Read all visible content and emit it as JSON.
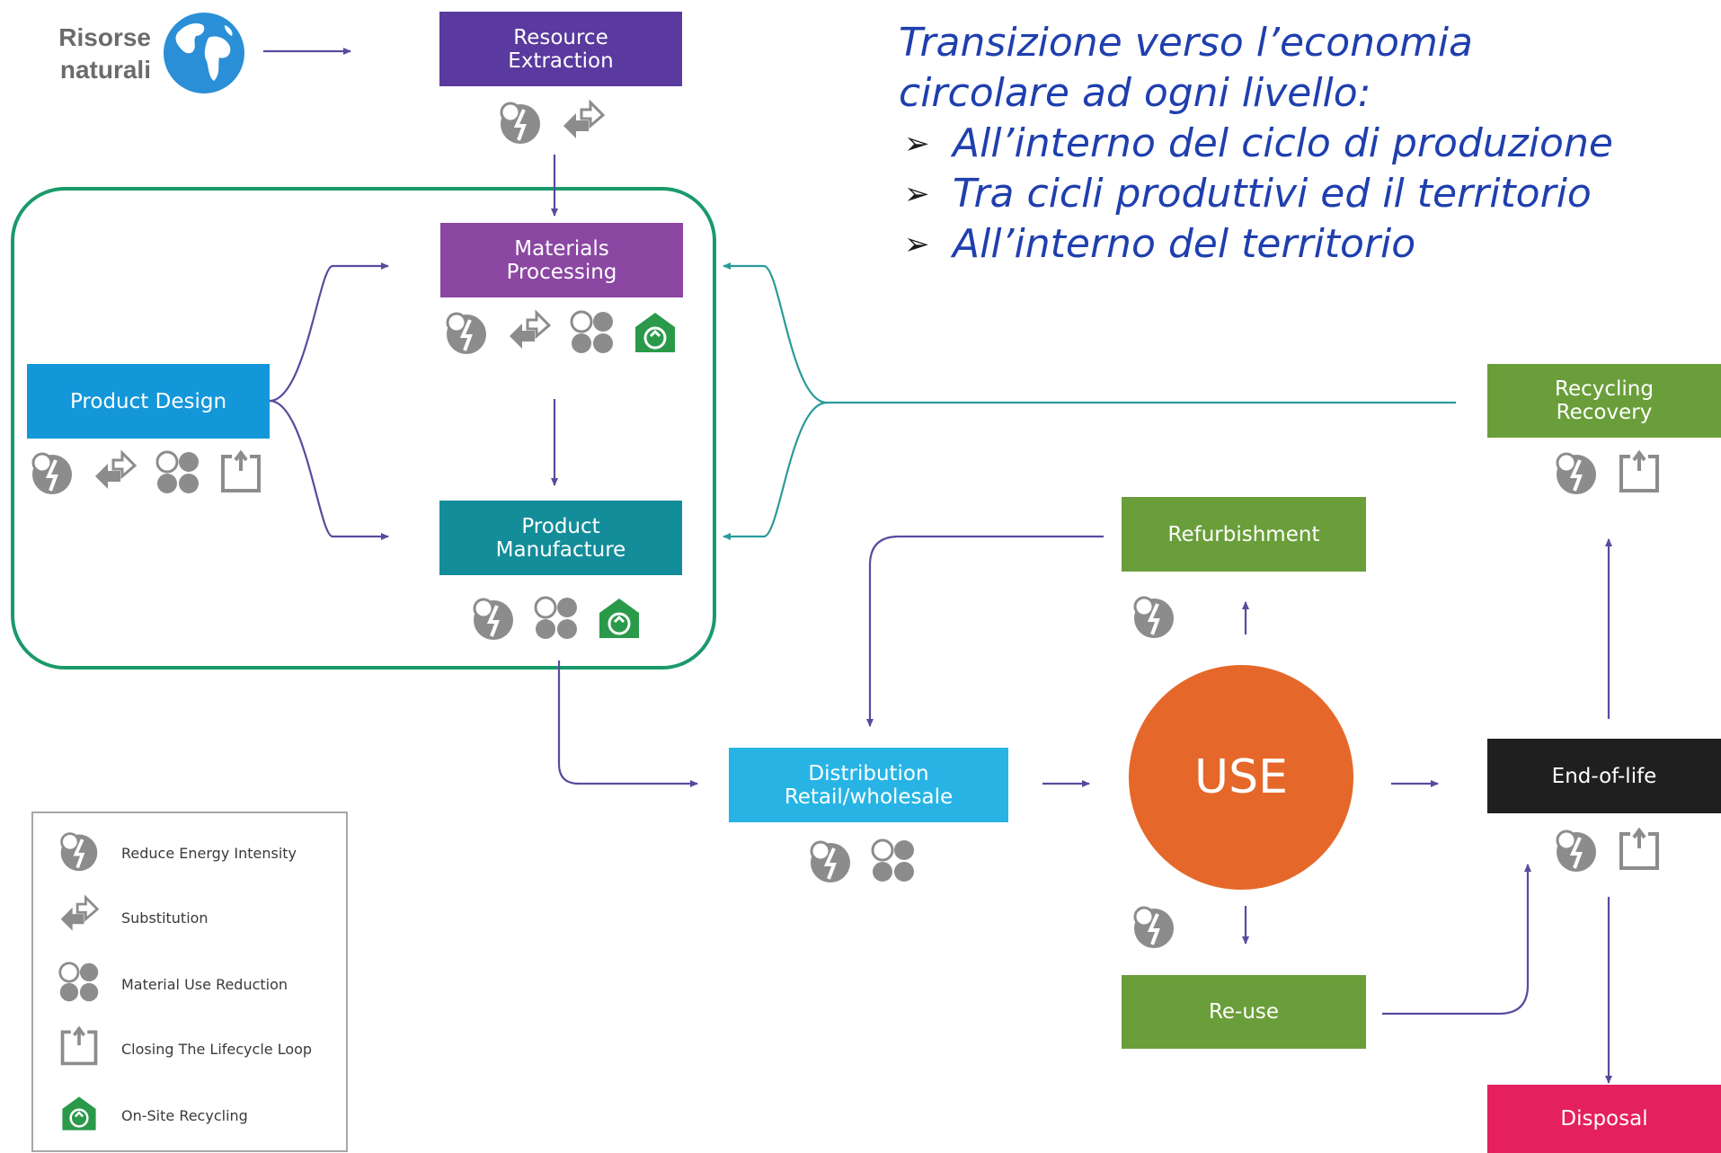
{
  "inputs_label": {
    "line1": "Risorse",
    "line2": "naturali"
  },
  "headline": {
    "line1": "Transizione verso l’economia",
    "line2": "circolare ad ogni livello:",
    "bullets": [
      "All’interno del ciclo di produzione",
      "Tra cicli produttivi ed il territorio",
      "All’interno del territorio"
    ],
    "color": "#1f3fae"
  },
  "stages": {
    "resource_extraction": "Resource\nExtraction",
    "materials_processing": "Materials\nProcessing",
    "product_design": "Product Design",
    "product_manufacture": "Product\nManufacture",
    "distribution": "Distribution\nRetail/wholesale",
    "use": "USE",
    "refurbishment": "Refurbishment",
    "re_use": "Re-use",
    "recycling_recovery": "Recycling\nRecovery",
    "end_of_life": "End-of-life",
    "disposal": "Disposal"
  },
  "legend": {
    "items": [
      {
        "icon": "reduce-energy-icon",
        "label": "Reduce Energy Intensity"
      },
      {
        "icon": "substitution-icon",
        "label": "Substitution"
      },
      {
        "icon": "material-reduction-icon",
        "label": "Material Use Reduction"
      },
      {
        "icon": "closing-loop-icon",
        "label": "Closing The Lifecycle Loop"
      },
      {
        "icon": "onsite-recycling-icon",
        "label": "On-Site Recycling"
      }
    ]
  },
  "colors": {
    "purple_dark": "#5a3a9e",
    "purple": "#8b47a2",
    "blue": "#1497d9",
    "teal": "#138d99",
    "cyan": "#27b4e5",
    "green": "#6a9e3a",
    "black": "#1f1f1f",
    "pink": "#e5205e",
    "orange": "#e5682a",
    "highlight_frame": "#1a9a6a",
    "arrow_purple": "#5a4a9e",
    "arrow_teal": "#2a9a9a",
    "icon_grey": "#8c8c8c",
    "icon_green": "#2a9a4a"
  }
}
